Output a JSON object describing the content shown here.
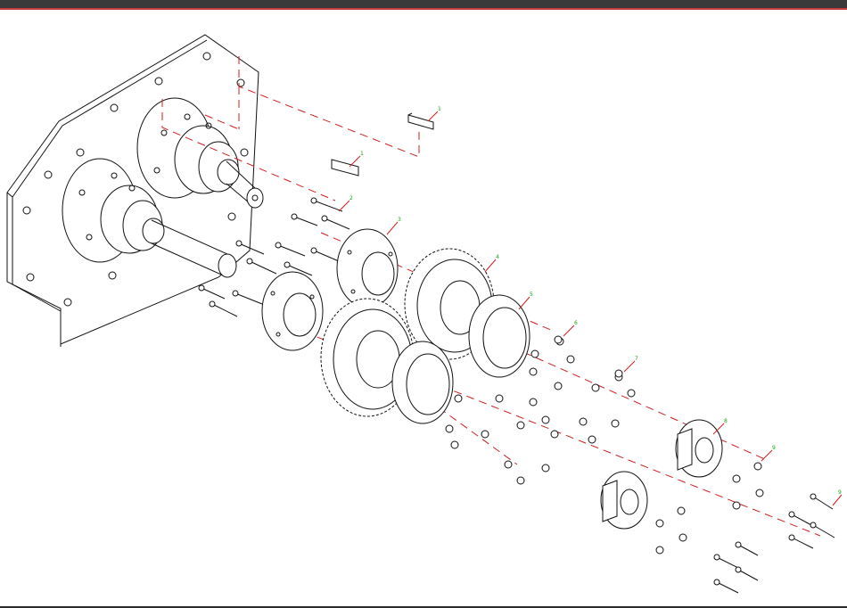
{
  "app": {
    "view": "exploded-assembly-drawing",
    "accent_line_color": "#d01f1f",
    "balloon_text_color": "#14a514",
    "background": "#ffffff"
  },
  "balloons": [
    "1",
    "1",
    "2",
    "3",
    "4",
    "5",
    "6",
    "7",
    "8",
    "9",
    "9"
  ]
}
